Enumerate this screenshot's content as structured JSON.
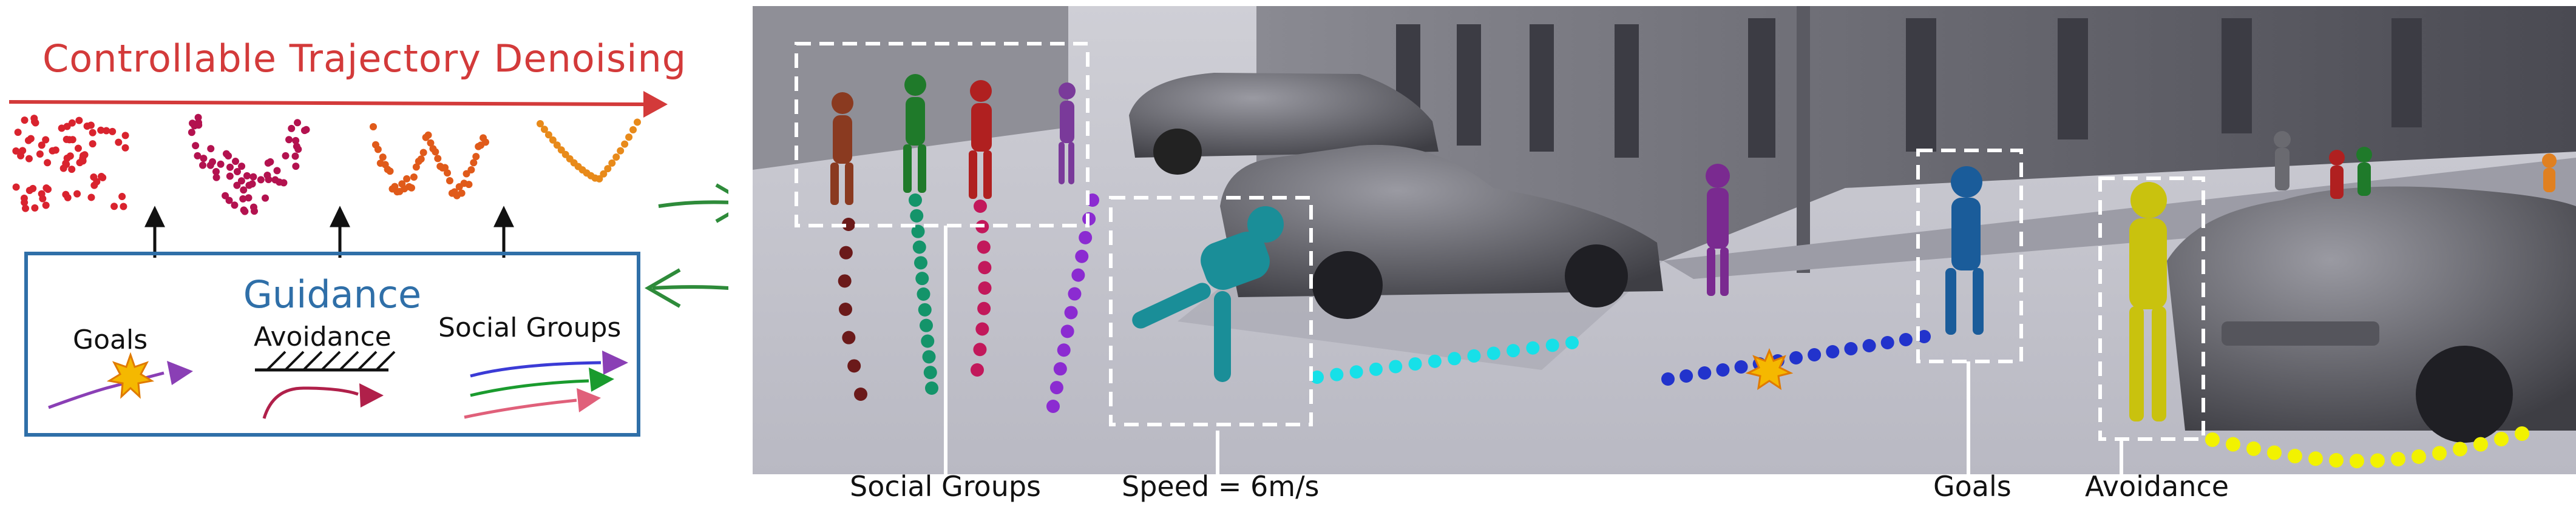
{
  "left_panel": {
    "title": "Controllable Trajectory Denoising",
    "guidance": {
      "title": "Guidance",
      "items": [
        {
          "label": "Goals"
        },
        {
          "label": "Avoidance"
        },
        {
          "label": "Social Groups"
        }
      ]
    }
  },
  "scene": {
    "labels": {
      "social_groups": "Social Groups",
      "speed": "Speed = 6m/s",
      "goals": "Goals",
      "avoidance": "Avoidance"
    }
  },
  "colors": {
    "title_red": "#d33a3a",
    "guidance_blue": "#2f6fa8",
    "arrow_green": "#2e8b3a",
    "goal_star": "#f5b800",
    "goal_arrow": "#8a3fb5",
    "avoid_arrow": "#b0204a",
    "social_blue": "#3b3bd6",
    "social_green": "#1a9b2e",
    "social_pink": "#e0607a",
    "traj_brown": "#6b1a1a",
    "traj_green": "#14946a",
    "traj_crimson": "#c2185b",
    "traj_purple": "#8b2bd1",
    "traj_cyan": "#17e0e8",
    "traj_blue": "#2233cc",
    "traj_yellow": "#f2f200"
  }
}
